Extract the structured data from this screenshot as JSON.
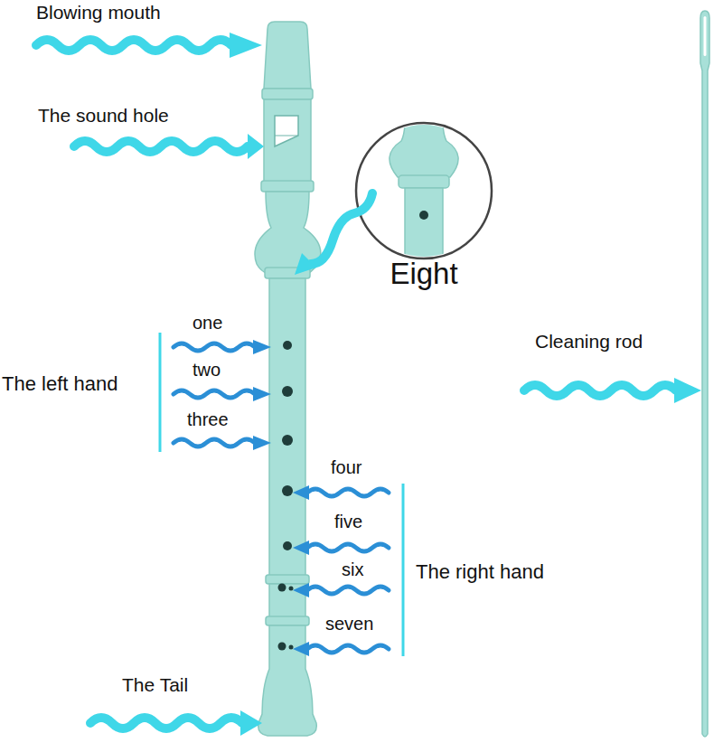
{
  "diagram": {
    "labels": [
      "Blowing mouth",
      "The sound hole",
      "Eight",
      "one",
      "two",
      "three",
      "The left hand",
      "four",
      "five",
      "six",
      "seven",
      "The right hand",
      "Cleaning rod",
      "The Tail"
    ]
  }
}
